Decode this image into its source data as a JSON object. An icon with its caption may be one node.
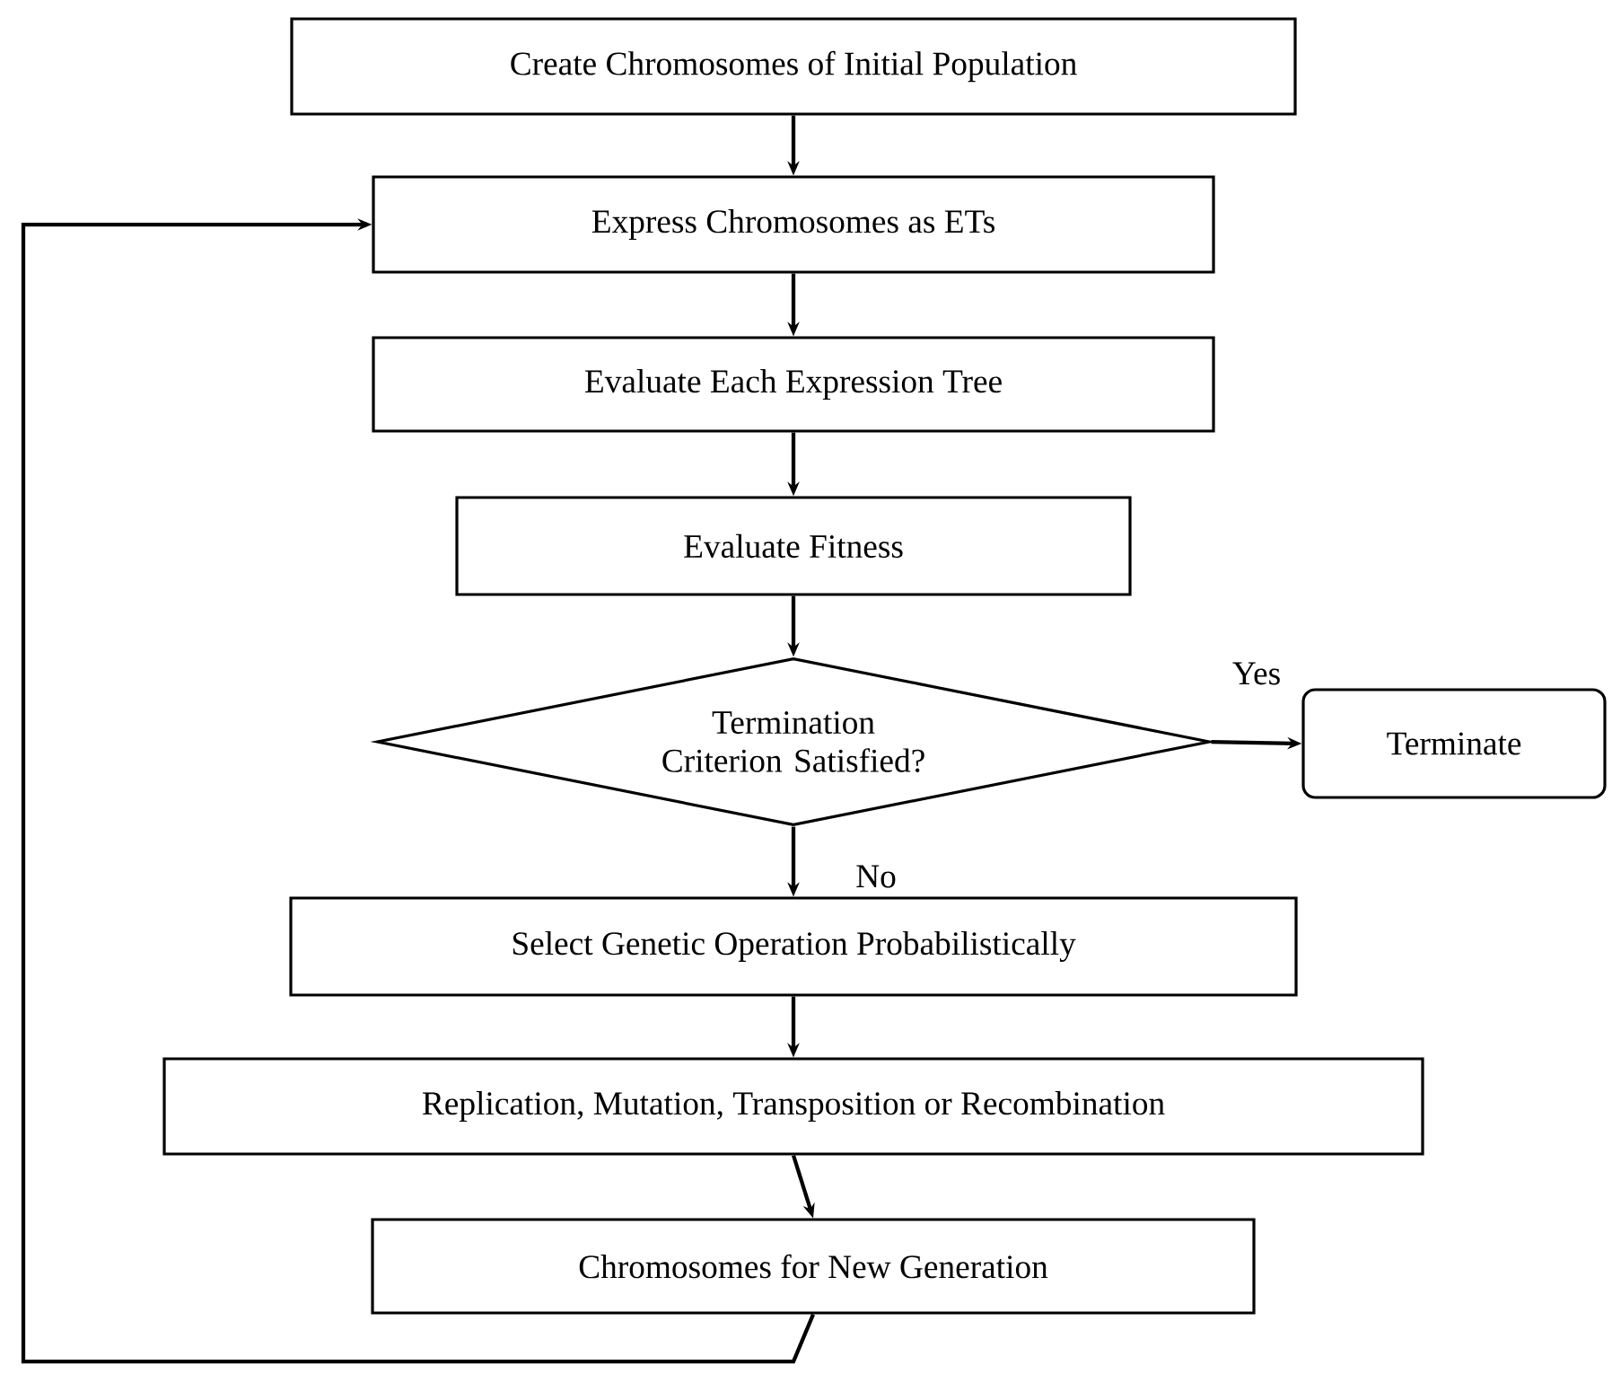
{
  "diagram": {
    "nodes": [
      {
        "text": [
          "Create Chromosomes of Initial Population"
        ]
      },
      {
        "text": [
          "Express Chromosomes as ETs"
        ]
      },
      {
        "text": [
          "Evaluate Each Expression Tree"
        ]
      },
      {
        "text": [
          "Evaluate Fitness"
        ]
      },
      {
        "text": [
          "Termination Criterion Satisfied?"
        ]
      },
      {
        "text": [
          "Terminate"
        ]
      },
      {
        "text": [
          "Select Genetic Operation Probabilistically"
        ]
      },
      {
        "text": [
          "Replication, Mutation, Transposition or Recombination"
        ]
      },
      {
        "text": [
          "Chromosomes for New Generation"
        ]
      }
    ],
    "edges": [
      {
        "from": 0,
        "to": 1,
        "arrow": "to"
      },
      {
        "from": 1,
        "to": 2,
        "arrow": "to"
      },
      {
        "from": 2,
        "to": 3,
        "arrow": "to"
      },
      {
        "from": 3,
        "to": 4,
        "arrow": "to"
      },
      {
        "from": 4,
        "to": 5,
        "arrow": "to",
        "label": "Yes"
      },
      {
        "from": 4,
        "to": 6,
        "arrow": "to",
        "label": "No"
      },
      {
        "from": 6,
        "to": 7,
        "arrow": "to"
      },
      {
        "from": 7,
        "to": 8,
        "arrow": "to"
      },
      {
        "from": 8,
        "to": 1,
        "arrow": "to"
      }
    ]
  }
}
